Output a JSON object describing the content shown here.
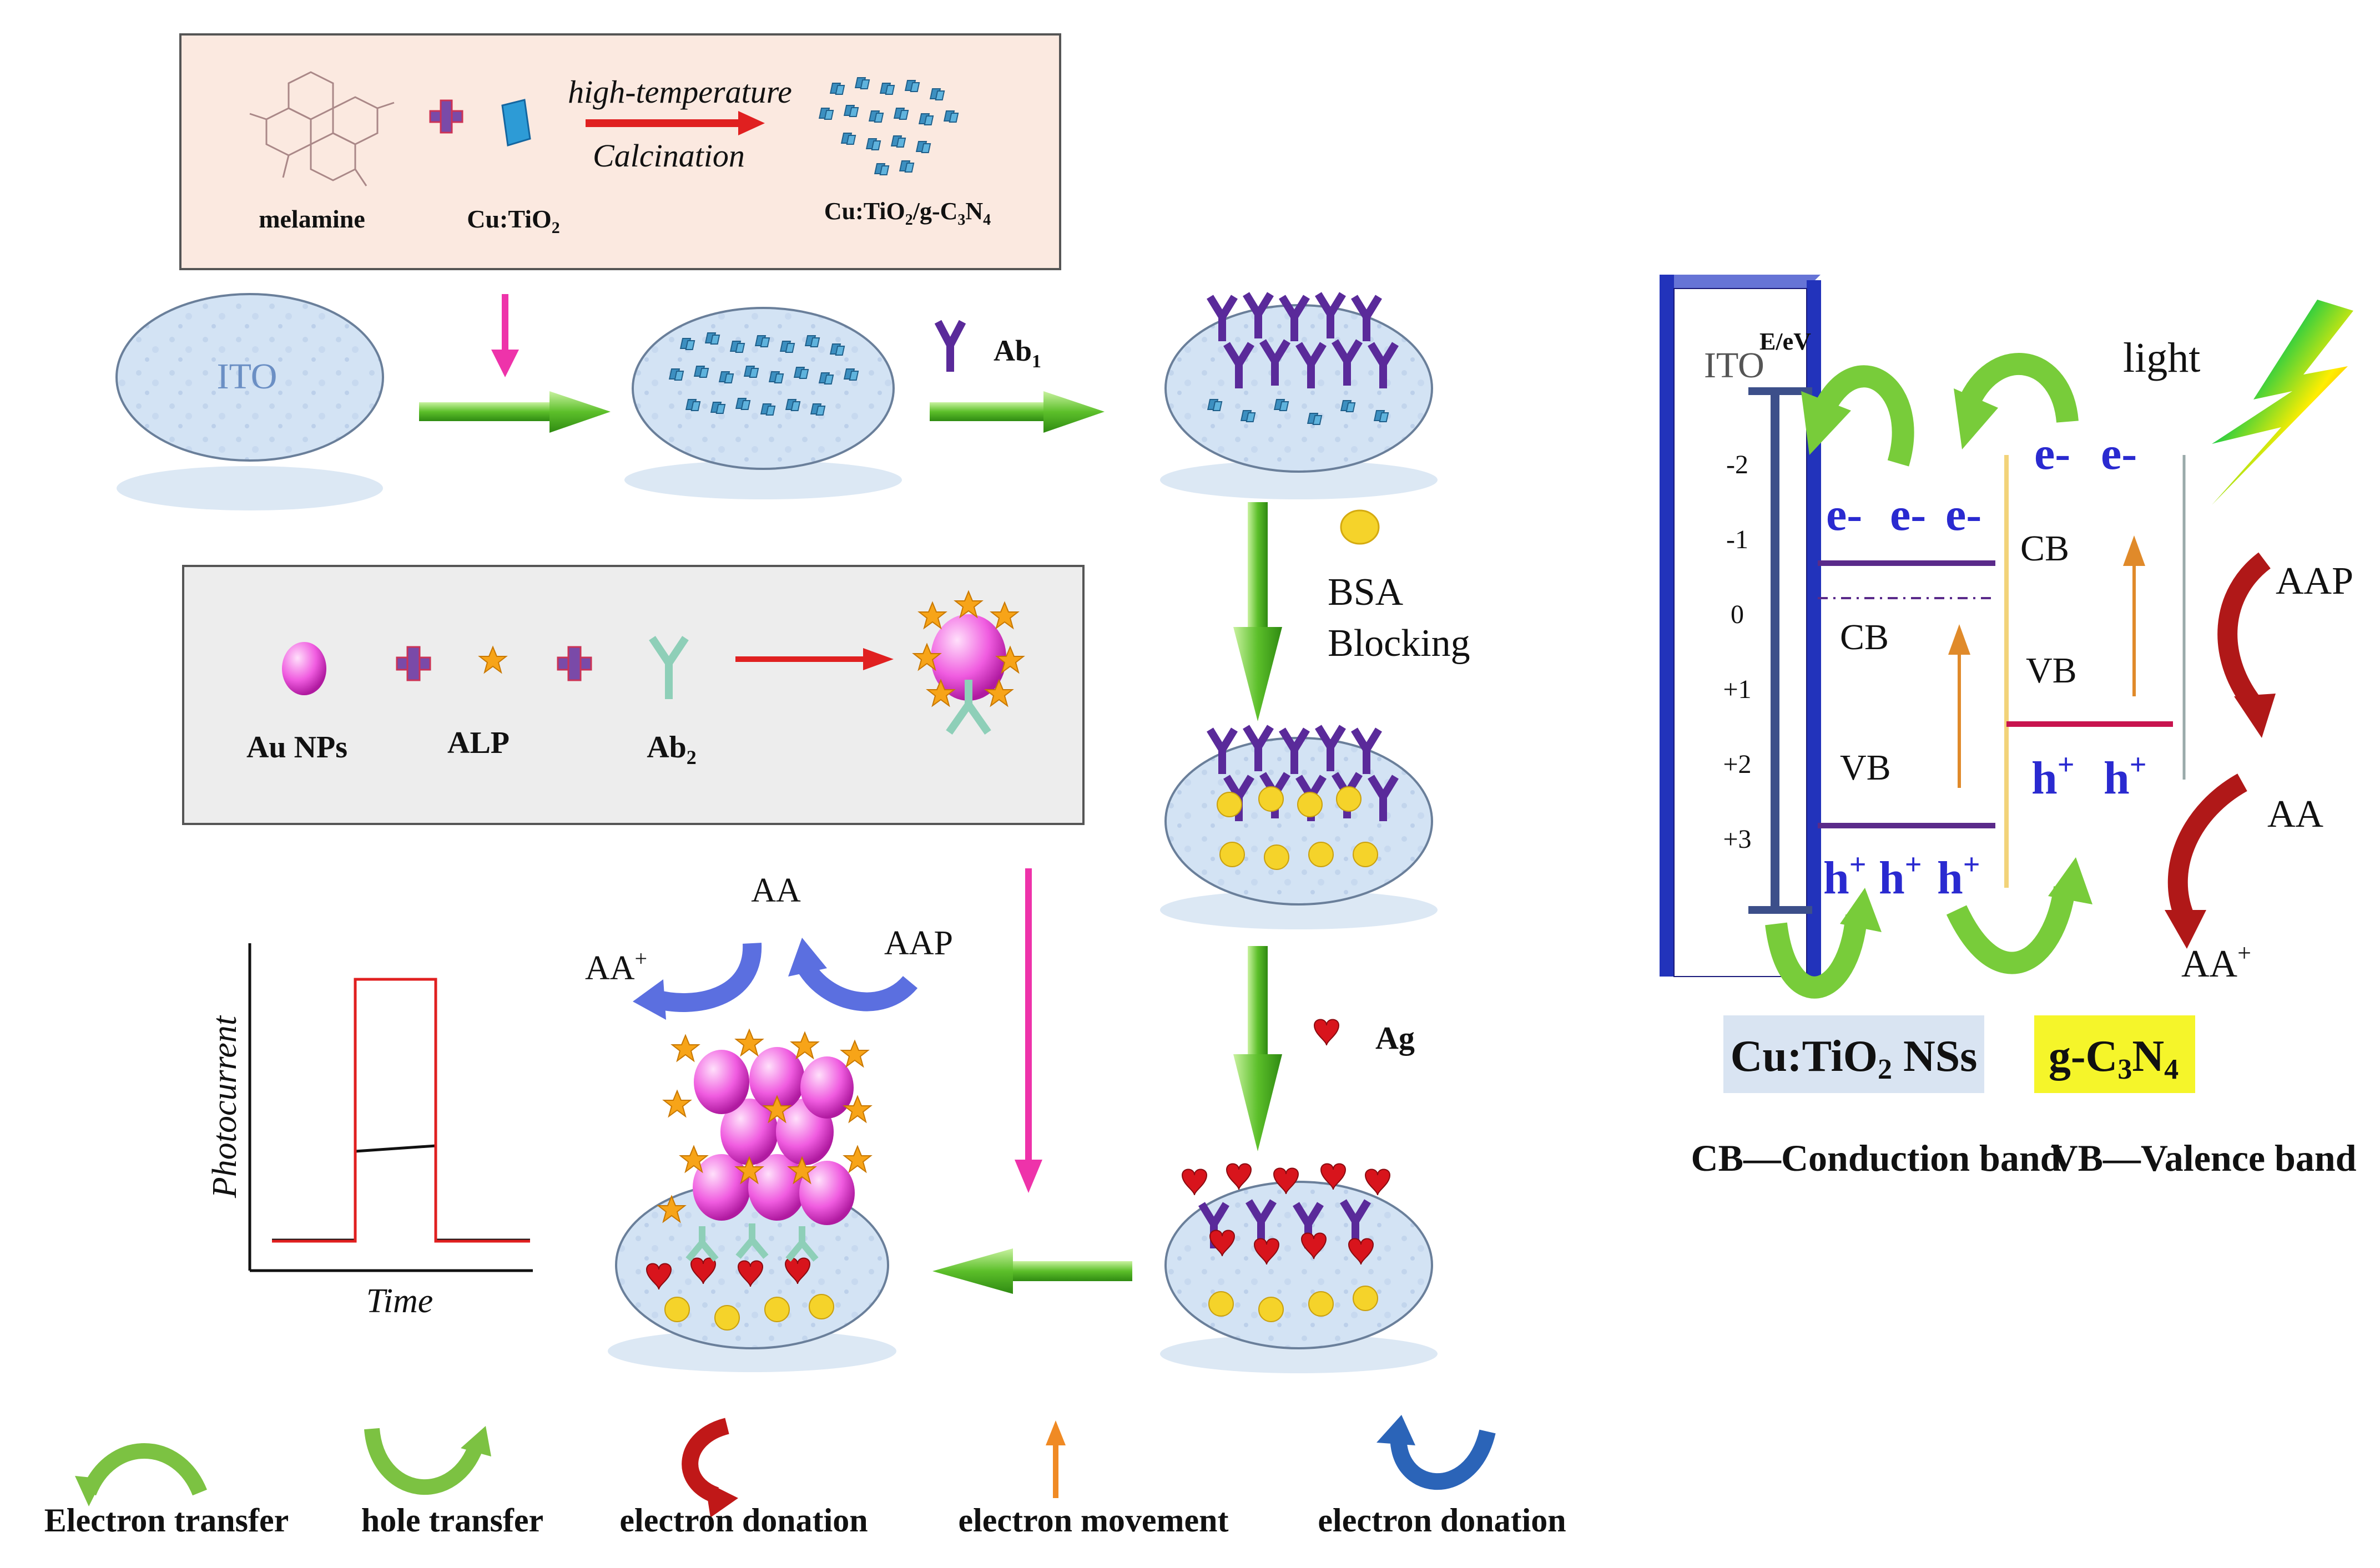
{
  "synthesis": {
    "melamine": "melamine",
    "cutio2": "Cu:TiO",
    "cutio2_sub": "2",
    "arrow_top": "high-temperature",
    "arrow_bottom": "Calcination",
    "product_a": "Cu:TiO",
    "product_sub1": "2",
    "product_b": "/g-C",
    "product_sub2": "3",
    "product_c": "N",
    "product_sub3": "4"
  },
  "electrode": {
    "ito": "ITO",
    "ab1": "Ab",
    "ab1_sub": "1",
    "bsa_1": "BSA",
    "bsa_2": "Blocking",
    "ag": "Ag"
  },
  "conjugate": {
    "au": "Au NPs",
    "alp": "ALP",
    "ab2": "Ab",
    "ab2_sub": "2"
  },
  "reaction": {
    "aa": "AA",
    "aa_plus": "AA",
    "plus_sup": "+",
    "aap": "AAP"
  },
  "photocurrent": {
    "ylabel": "Photocurrent",
    "xlabel": "Time"
  },
  "legend": {
    "electron_transfer": "Electron transfer",
    "hole_transfer": "hole transfer",
    "electron_donation_1": "electron donation",
    "electron_movement": "electron movement",
    "electron_donation_2": "electron donation"
  },
  "band": {
    "ito": "ITO",
    "energy": "E/eV",
    "ticks": [
      "-2",
      "-1",
      "0",
      "+1",
      "+2",
      "+3"
    ],
    "e_minus": "e-",
    "h_plus": "h",
    "plus_sup": "+",
    "cb": "CB",
    "vb": "VB",
    "light": "light",
    "aap": "AAP",
    "aa": "AA",
    "aa_plus": "AA",
    "cutio2_label": "Cu:TiO",
    "cutio2_sub": "2",
    "cutio2_tail": " NSs",
    "gcn_a": "g-C",
    "gcn_sub1": "3",
    "gcn_b": "N",
    "gcn_sub2": "4",
    "cb_def": "CB—Conduction band",
    "vb_def": "VB—Valence band"
  },
  "colors": {
    "green_arrow": "#66cc33",
    "pink_arrow": "#ee33aa",
    "red_arrow": "#e02020",
    "purple_antibody": "#5a2a9a",
    "electrode_fill": "#cfe0f2",
    "band_frame": "#2233bb",
    "highlight_yellow": "#f5f52a"
  }
}
